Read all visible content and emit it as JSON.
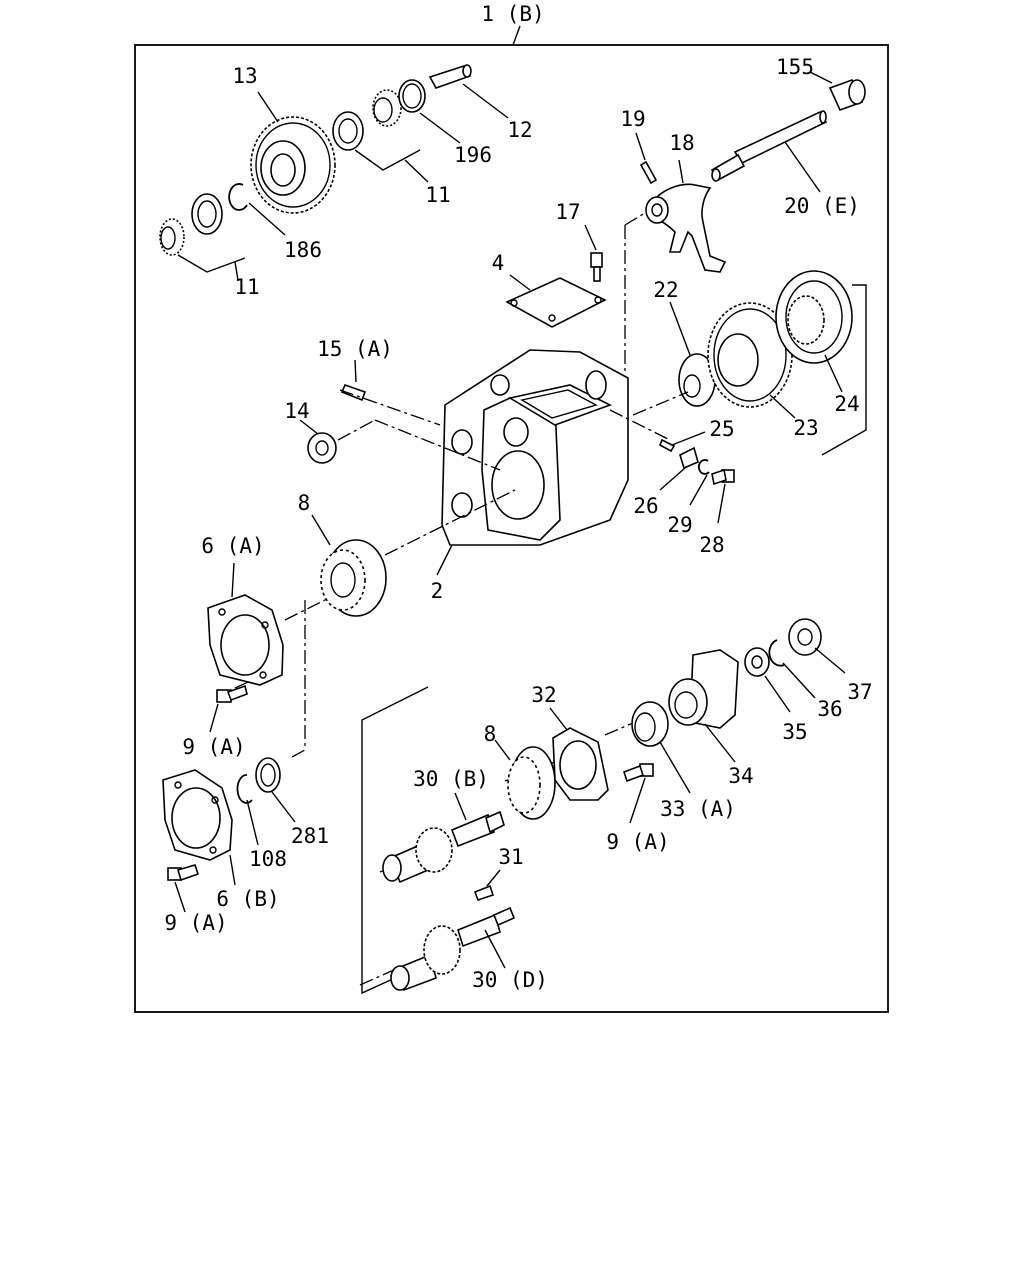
{
  "labels": {
    "assembly": "1 (B)",
    "p13": "13",
    "p12": "12",
    "p196": "196",
    "p11_top": "11",
    "p11_left": "11",
    "p186": "186",
    "p155": "155",
    "p19": "19",
    "p18": "18",
    "p20e": "20 (E)",
    "p17": "17",
    "p4": "4",
    "p22": "22",
    "p15a": "15 (A)",
    "p14": "14",
    "p24": "24",
    "p25": "25",
    "p23": "23",
    "p8_upper": "8",
    "p26": "26",
    "p29": "29",
    "p28": "28",
    "p6a": "6 (A)",
    "p2": "2",
    "p37": "37",
    "p32": "32",
    "p36": "36",
    "p9a_upper": "9 (A)",
    "p8_lower": "8",
    "p35": "35",
    "p30b": "30 (B)",
    "p34": "34",
    "p281": "281",
    "p33a": "33 (A)",
    "p108": "108",
    "p9a_mid": "9 (A)",
    "p31": "31",
    "p6b": "6 (B)",
    "p9a_lower": "9 (A)",
    "p30d": "30 (D)"
  }
}
